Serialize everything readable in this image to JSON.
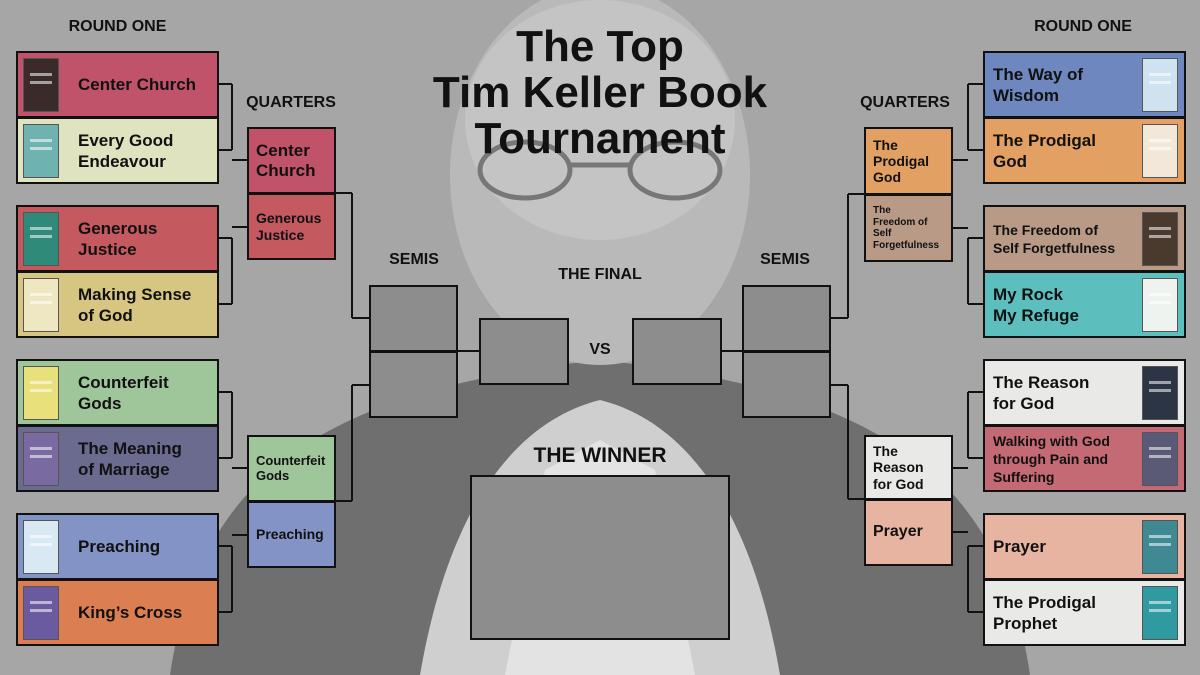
{
  "title_lines": [
    "The Top",
    "Tim Keller Book",
    "Tournament"
  ],
  "labels": {
    "round_one_left": "ROUND ONE",
    "round_one_right": "ROUND ONE",
    "quarters_left": "QUARTERS",
    "quarters_right": "QUARTERS",
    "semis_left": "SEMIS",
    "semis_right": "SEMIS",
    "final": "THE FINAL",
    "vs": "VS",
    "winner": "THE WINNER"
  },
  "round_one_left": [
    {
      "lines": [
        "Center Church"
      ],
      "color": "#c0536a",
      "cover_color": "#3a2a2a"
    },
    {
      "lines": [
        "Every Good",
        "Endeavour"
      ],
      "color": "#dfe3bf",
      "cover_color": "#6fb3b0"
    },
    {
      "lines": [
        "Generous",
        "Justice"
      ],
      "color": "#c4595f",
      "cover_color": "#2f8a7a"
    },
    {
      "lines": [
        "Making Sense",
        "of God"
      ],
      "color": "#d7c682",
      "cover_color": "#efe6c2"
    },
    {
      "lines": [
        "Counterfeit",
        "Gods"
      ],
      "color": "#9fc59a",
      "cover_color": "#e8e07a"
    },
    {
      "lines": [
        "The Meaning",
        "of Marriage"
      ],
      "color": "#6a6b8e",
      "cover_color": "#7a6aa2"
    },
    {
      "lines": [
        "Preaching"
      ],
      "color": "#8393c6",
      "cover_color": "#d9e9f3"
    },
    {
      "lines": [
        "King’s Cross"
      ],
      "color": "#db7e52",
      "cover_color": "#6a5aa0"
    }
  ],
  "round_one_right": [
    {
      "lines": [
        "The Way of",
        "Wisdom"
      ],
      "color": "#6e87bf",
      "cover_color": "#cfe2f0"
    },
    {
      "lines": [
        "The Prodigal",
        "God"
      ],
      "color": "#e3a063",
      "cover_color": "#f2e7d8"
    },
    {
      "lines": [
        "The Freedom of",
        "Self Forgetfulness"
      ],
      "color": "#b89a86",
      "cover_color": "#4a3a2e"
    },
    {
      "lines": [
        "My Rock",
        "My Refuge"
      ],
      "color": "#5cbfbe",
      "cover_color": "#eef3ef"
    },
    {
      "lines": [
        "The Reason",
        "for God"
      ],
      "color": "#e9e9e7",
      "cover_color": "#2c3545"
    },
    {
      "lines": [
        "Walking with God",
        "through Pain and",
        "Suffering"
      ],
      "color": "#c46a74",
      "cover_color": "#5a5a76"
    },
    {
      "lines": [
        "Prayer"
      ],
      "color": "#e7b4a2",
      "cover_color": "#3f8a92"
    },
    {
      "lines": [
        "The Prodigal",
        "Prophet"
      ],
      "color": "#e9e9e7",
      "cover_color": "#2f9a9f"
    }
  ],
  "quarters_left": [
    {
      "lines": [
        "Center",
        "Church"
      ],
      "color": "#c0536a"
    },
    {
      "lines": [
        "Generous",
        "Justice"
      ],
      "color": "#c4595f"
    },
    {
      "lines": [
        "Counterfeit",
        "Gods"
      ],
      "color": "#9fc59a"
    },
    {
      "lines": [
        "Preaching"
      ],
      "color": "#8393c6"
    }
  ],
  "quarters_right": [
    {
      "lines": [
        "The",
        "Prodigal",
        "God"
      ],
      "color": "#e3a063"
    },
    {
      "lines": [
        "The",
        "Freedom of",
        "Self",
        "Forgetfulness"
      ],
      "color": "#b89a86"
    },
    {
      "lines": [
        "The",
        "Reason",
        "for God"
      ],
      "color": "#e9e9e7"
    },
    {
      "lines": [
        "Prayer"
      ],
      "color": "#e7b4a2"
    }
  ]
}
